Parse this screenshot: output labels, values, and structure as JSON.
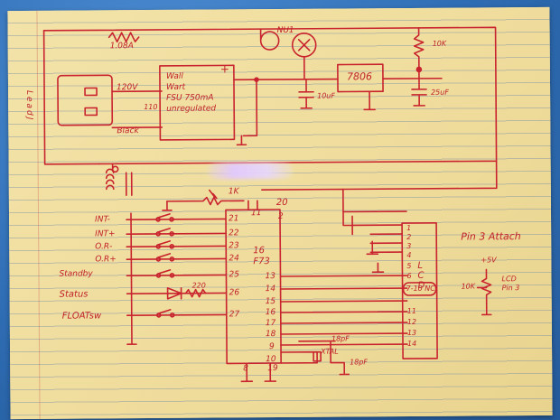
{
  "labels": {
    "r_top": "1.08A",
    "nui": "NU1",
    "r_10k_top": "10K",
    "lead_j": "LeadJ",
    "n120v": "120V",
    "n110": "110",
    "wall_wart": "Wall\nWart\nFSU 750mA\nunregulated",
    "plus": "+",
    "black": "Black",
    "reg": "7806",
    "c_10uf": "10uF",
    "c_25uf": "25uF",
    "pot_1k": "1K",
    "pin11": "11",
    "pin20": "20",
    "pin2": "2",
    "pin21": "21",
    "pin22": "22",
    "pin23": "23",
    "pin24": "24",
    "pin25": "25",
    "pin26": "26",
    "pin27": "27",
    "ic_name": "16\nF73",
    "pin13": "13",
    "pin14": "14",
    "pin15": "15",
    "pin16": "16",
    "pin17": "17",
    "pin18": "18",
    "pin9": "9",
    "pin10": "10",
    "pin8": "8",
    "pin19": "19",
    "int_minus": "INT-",
    "int_plus": "INT+",
    "ovr_minus": "O.R-",
    "ovr_plus": "O.R+",
    "standby": "Standby",
    "status": "Status",
    "float_sw": "FLOATsw",
    "r_220": "220",
    "lcd": "L\nC\nD",
    "lcd1": "1",
    "lcd2": "2",
    "lcd3": "3",
    "lcd4": "4",
    "lcd5": "5",
    "lcd6": "6",
    "lcd_nc": "7-10 NC",
    "lcd11": "11",
    "lcd12": "12",
    "lcd13": "13",
    "lcd14": "14",
    "pin3_note": "Pin 3 Attach",
    "plus5": "+5V",
    "pot_10k": "10K",
    "lcd_pin3": "LCD\nPin 3",
    "cap_18p": "18pF",
    "xtal": "XTAL",
    "cap_18p2": "18pF"
  }
}
